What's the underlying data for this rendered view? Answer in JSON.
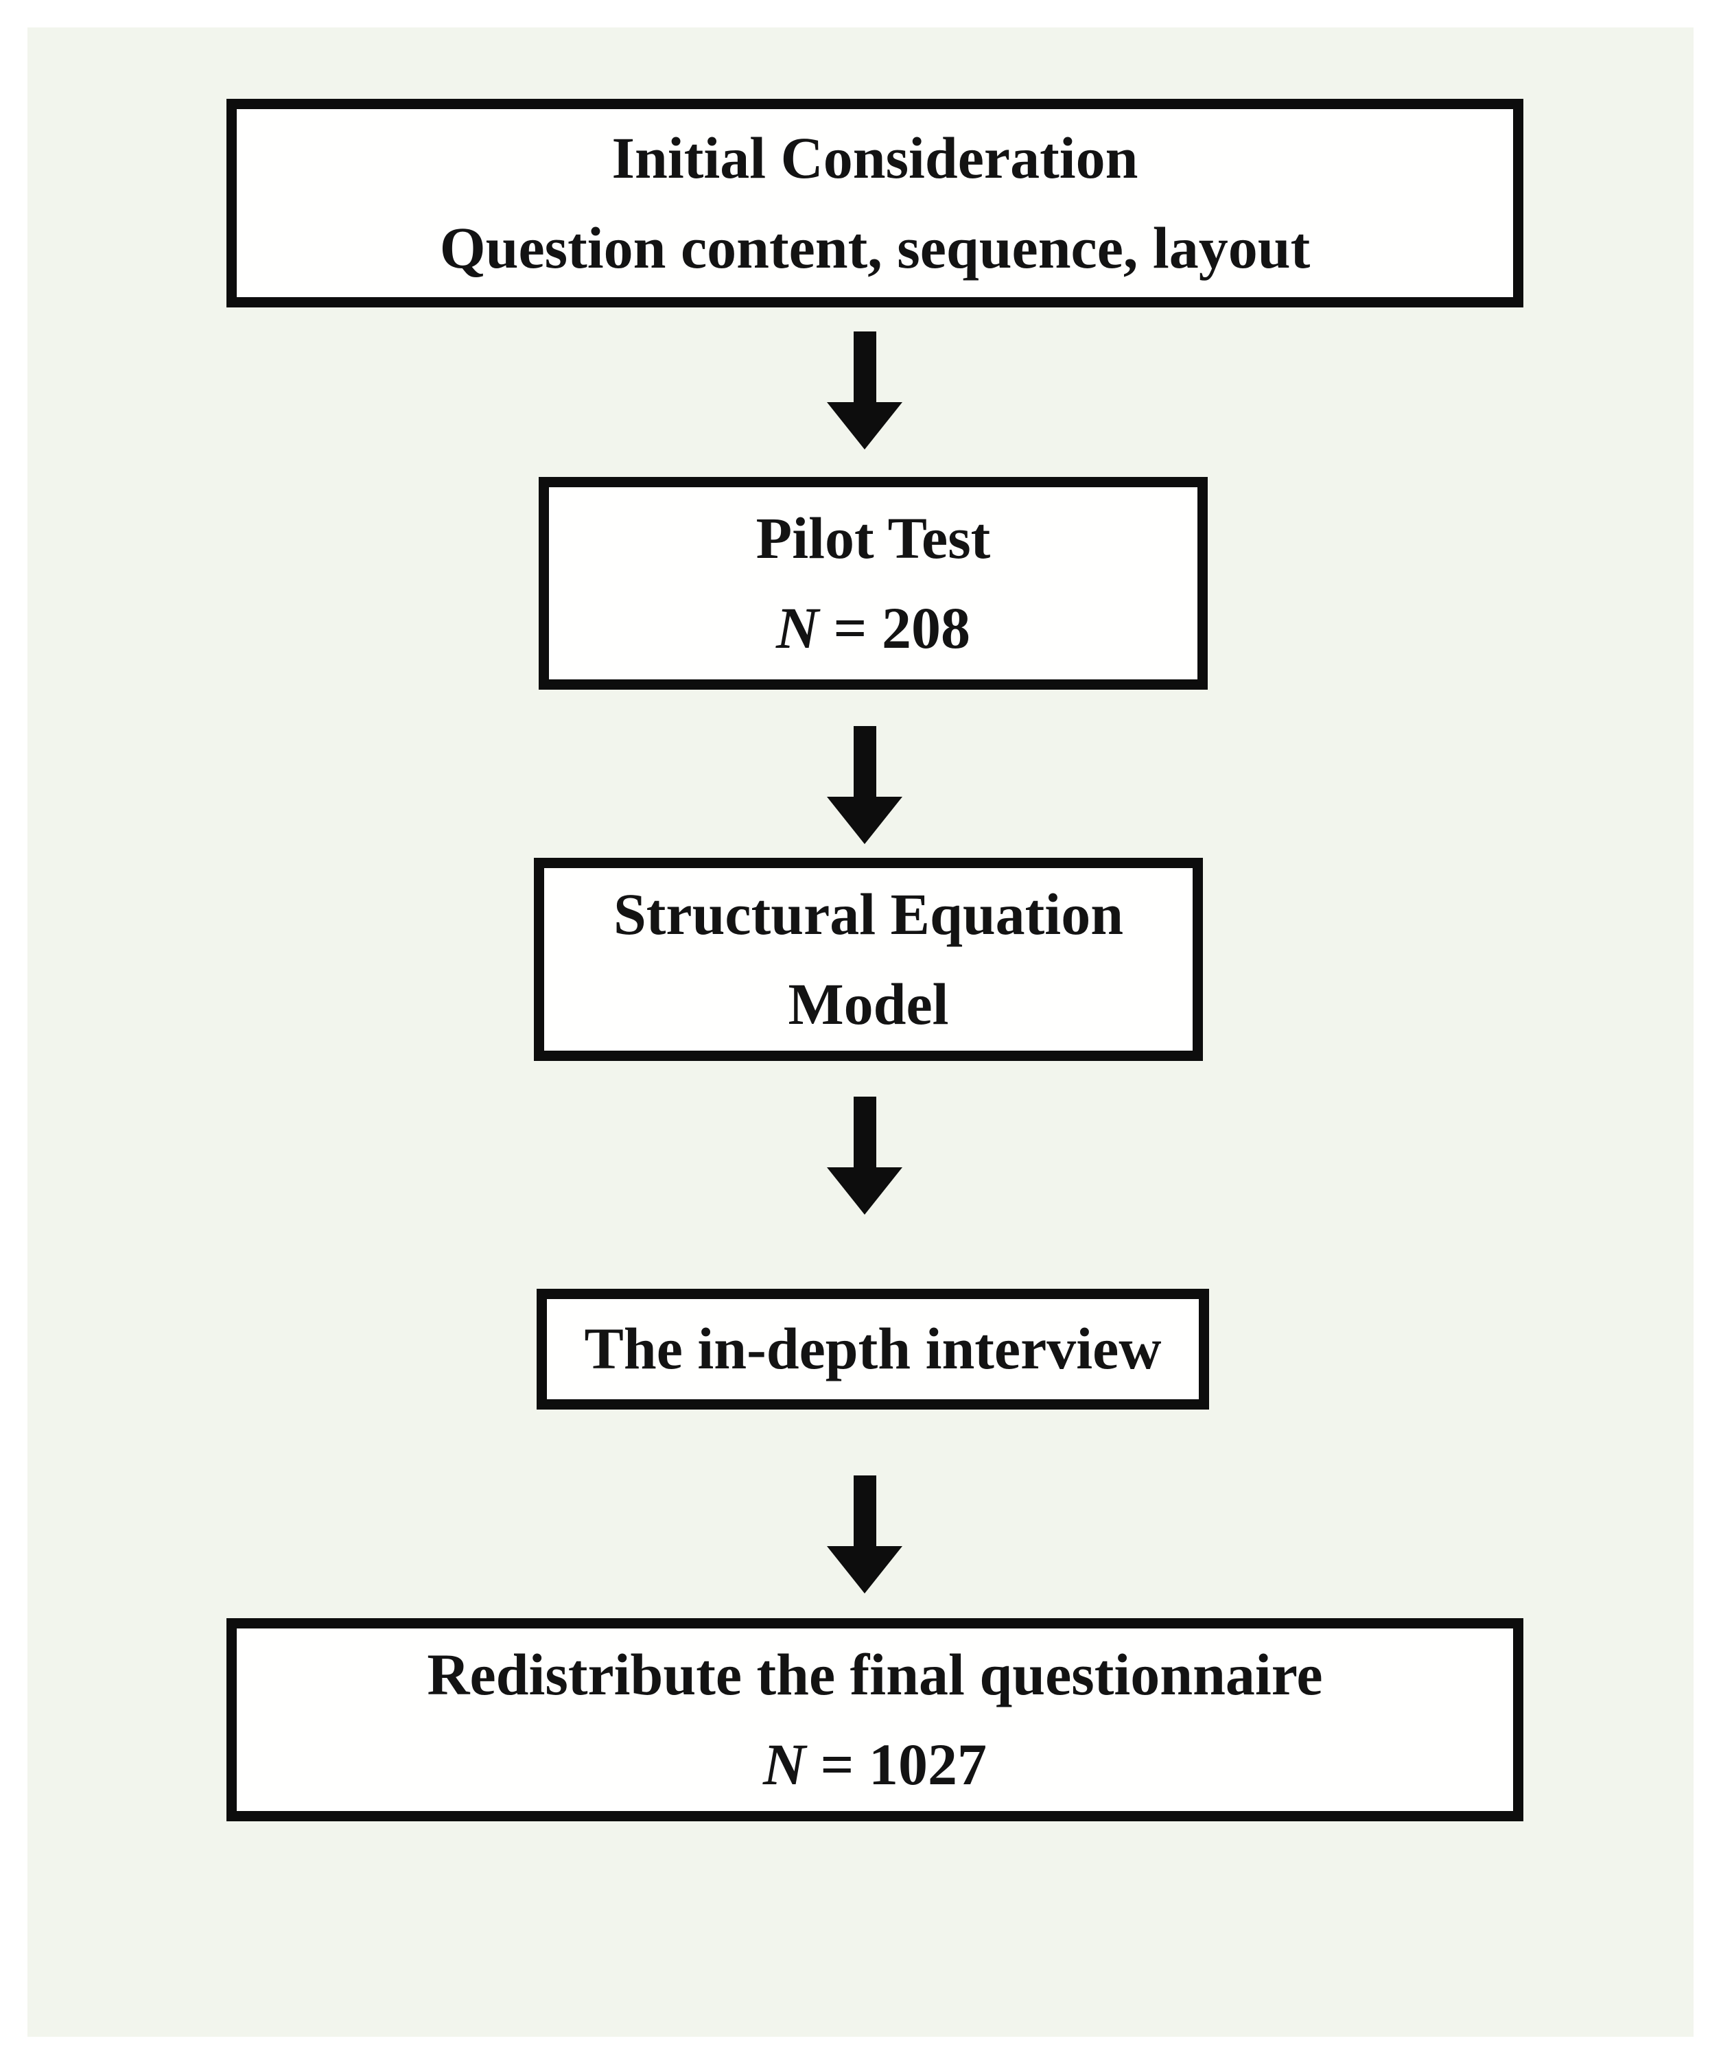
{
  "page": {
    "background_color": "#ffffff",
    "panel_color": "#f2f5ed"
  },
  "flowchart": {
    "node_fill_color": "#fffffe",
    "node_border_color": "#0d0d0d",
    "arrow_color": "#0d0d0d",
    "text_color": "#131313",
    "nodes": [
      {
        "id": "initial-consideration",
        "line1": "Initial Consideration",
        "line2": "Question content, sequence, layout"
      },
      {
        "id": "pilot-test",
        "line1": "Pilot Test",
        "n_italic": "N",
        "n_rest": " = 208"
      },
      {
        "id": "structural-equation-model",
        "line1": "Structural Equation",
        "line2": "Model"
      },
      {
        "id": "in-depth-interview",
        "line1": "The in-depth interview"
      },
      {
        "id": "redistribute-final-questionnaire",
        "line1": "Redistribute the final questionnaire",
        "n_italic": "N",
        "n_rest": " = 1027"
      }
    ]
  }
}
